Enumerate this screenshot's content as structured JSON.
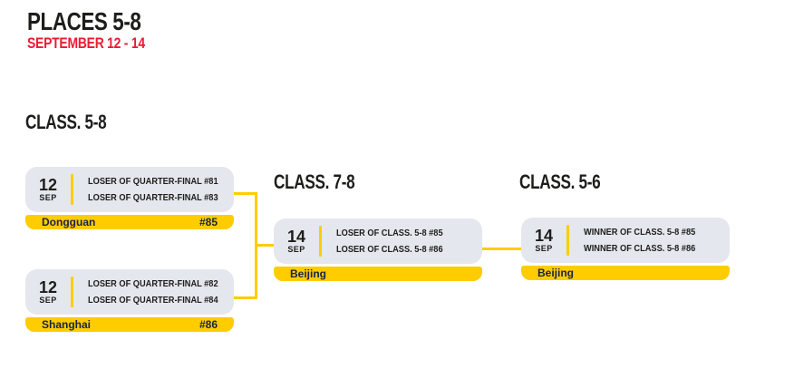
{
  "header": {
    "title": "PLACES 5-8",
    "date_range": "SEPTEMBER 12 - 14"
  },
  "colors": {
    "accent_yellow": "#FFCC00",
    "accent_red": "#EC1B2E",
    "card_background": "#E4E7ED",
    "text_black": "#1D1D1B",
    "city_navy": "#17234B"
  },
  "rounds": [
    {
      "heading": "CLASS. 5-8",
      "matches": [
        {
          "day": "12",
          "month": "SEP",
          "line1": "LOSER OF QUARTER-FINAL #81",
          "line2": "LOSER OF QUARTER-FINAL #83",
          "city": "Dongguan",
          "match_no": "#85"
        },
        {
          "day": "12",
          "month": "SEP",
          "line1": "LOSER OF QUARTER-FINAL #82",
          "line2": "LOSER OF QUARTER-FINAL #84",
          "city": "Shanghai",
          "match_no": "#86"
        }
      ]
    },
    {
      "heading": "CLASS. 7-8",
      "matches": [
        {
          "day": "14",
          "month": "SEP",
          "line1": "LOSER OF CLASS. 5-8 #85",
          "line2": "LOSER OF CLASS. 5-8 #86",
          "city": "Beijing",
          "match_no": ""
        }
      ]
    },
    {
      "heading": "CLASS. 5-6",
      "matches": [
        {
          "day": "14",
          "month": "SEP",
          "line1": "WINNER OF CLASS. 5-8 #85",
          "line2": "WINNER OF CLASS. 5-8 #86",
          "city": "Beijing",
          "match_no": ""
        }
      ]
    }
  ]
}
